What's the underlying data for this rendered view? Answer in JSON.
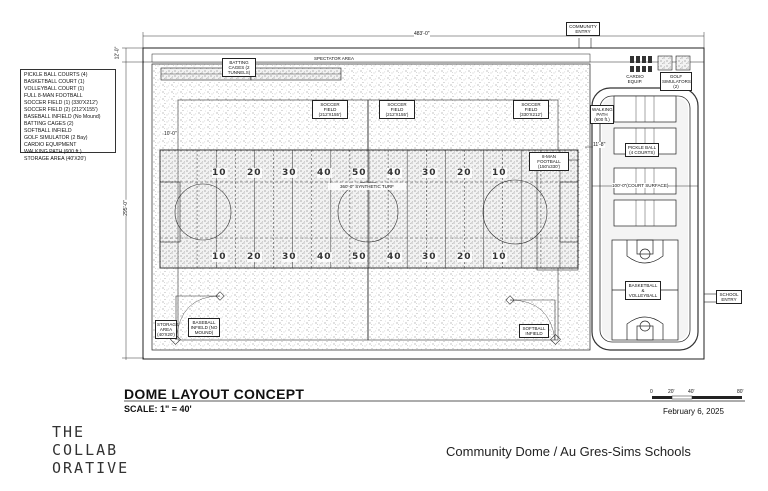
{
  "legend": {
    "items": [
      "PICKLE BALL COURTS (4)",
      "BASKETBALL COURT (1)",
      "VOLLEYBALL COURT (1)",
      "FULL 8-MAN FOOTBALL",
      "SOCCER FIELD (1) (330'X212')",
      "SOCCER FIELD (2) (212'X155')",
      "BASEBALL INFIELD (No Mound)",
      "BATTING CAGES (2)",
      "SOFTBALL INFIELD",
      "GOLF SIMULATOR (2 Bay)",
      "CARDIO EQUIPMENT",
      "WALKING PATH (600 ft.)",
      "STORAGE AREA (40'X20')"
    ]
  },
  "dimensions": {
    "overall_width": "483'-0\"",
    "overall_height": "295'-0\"",
    "top_offset": "12'-0\"",
    "small_side": "10'-0\"",
    "path_offset": "11'-8\"",
    "court_surface": "100'-0\"(COURT SURFACE)"
  },
  "labels": {
    "community_entry": "COMMUNITY ENTRY",
    "spectator_area": "SPECTATOR AREA",
    "batting_cages": "BATTING CAGES (2 TUNNELS)",
    "soccer_left": "SOCCER FIELD (212'X155')",
    "soccer_center": "SOCCER FIELD (212'X155')",
    "soccer_right": "SOCCER FIELD (330'X212')",
    "turf": "360'-0\" SYNTHETIC TURF",
    "eight_man": "8-MAN FOOTBALL (150'x330')",
    "walking_path": "WALKING PATH (600 ft.)",
    "cardio": "CARDIO EQUIP.",
    "golf": "GOLF SIMULATORS (2)",
    "pickleball": "PICKLE BALL (4 COURTS)",
    "bb_vb": "BASKETBALL & VOLLEYBALL",
    "school_entry": "SCHOOL ENTRY",
    "storage": "STORAGE AREA (40'X20')",
    "baseball": "BASEBALL INFIELD (NO MOUND)",
    "softball": "SOFTBALL INFIELD"
  },
  "yard_numbers": [
    "10",
    "20",
    "30",
    "40",
    "50",
    "40",
    "30",
    "20",
    "10"
  ],
  "title_block": {
    "title": "DOME LAYOUT CONCEPT",
    "scale": "SCALE: 1\"  = 40'",
    "date": "February 6, 2025",
    "scale_bar": [
      "0",
      "20'",
      "40'",
      "80'"
    ],
    "logo": "THE\nCOLLAB\nORATIVE",
    "project": "Community Dome  /  Au Gres-Sims Schools"
  },
  "colors": {
    "line": "#222222",
    "light_line": "#555555",
    "hatch": "#666666"
  }
}
